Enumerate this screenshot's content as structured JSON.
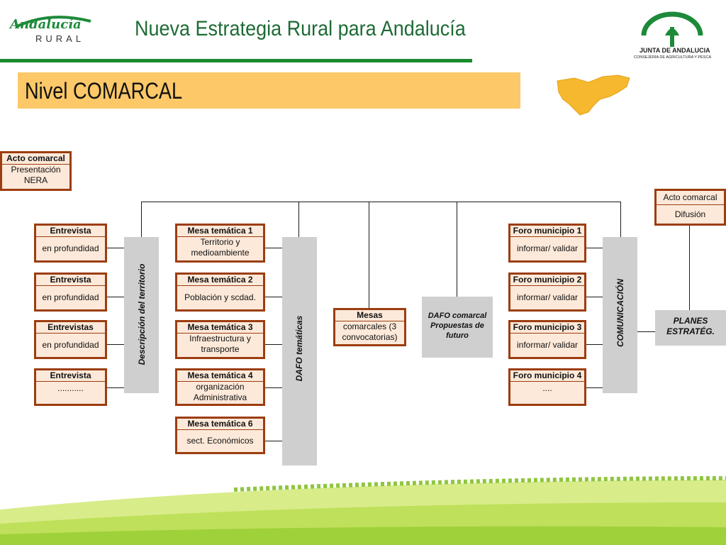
{
  "header": {
    "title": "Nueva Estrategia Rural para Andalucía",
    "logo_left_script": "Andalucía",
    "logo_left_sub": "RURAL",
    "logo_right_line1": "JUNTA DE ANDALUCIA",
    "logo_right_line2": "CONSEJERÍA DE AGRICULTURA Y PESCA"
  },
  "level_banner": "Nivel COMARCAL",
  "acto_inicial": {
    "header": "Acto comarcal",
    "lines": [
      "Presentación",
      "NERA"
    ]
  },
  "acto_final": {
    "header": "Acto comarcal",
    "body": "Difusión"
  },
  "entrevistas": [
    {
      "header": "Entrevista",
      "body": "en profundidad"
    },
    {
      "header": "Entrevista",
      "body": "en profundidad"
    },
    {
      "header": "Entrevistas",
      "body": "en profundidad"
    },
    {
      "header": "Entrevista",
      "body": "..........."
    }
  ],
  "descripcion": "Descripción del territorio",
  "mesas_tematicas": [
    {
      "header": "Mesa temática 1",
      "lines": [
        "Territorio y",
        "medioambiente"
      ]
    },
    {
      "header": "Mesa temática 2",
      "lines": [
        "Población y scdad."
      ]
    },
    {
      "header": "Mesa temática 3",
      "lines": [
        "Infraestructura y",
        "transporte"
      ]
    },
    {
      "header": "Mesa temática 4",
      "lines": [
        "organización",
        "Administrativa"
      ]
    },
    {
      "header": "Mesa temática 6",
      "lines": [
        "sect. Económicos"
      ]
    }
  ],
  "dafo_tematicas": "DAFO  temáticas",
  "mesas_comarcales": {
    "header": "Mesas",
    "lines": [
      "comarcales (3",
      "convocatorias)"
    ]
  },
  "dafo_comarcal": [
    "DAFO comarcal",
    "Propuestas de",
    "futuro"
  ],
  "foros": [
    {
      "header": "Foro municipio 1",
      "body": "informar/ validar"
    },
    {
      "header": "Foro municipio 2",
      "body": "informar/ validar"
    },
    {
      "header": "Foro municipio 3",
      "body": "informar/ validar"
    },
    {
      "header": "Foro municipio 4",
      "body": "...."
    }
  ],
  "comunicacion": "COMUNICACIÓN",
  "planes": [
    "PLANES",
    "ESTRATÉG."
  ],
  "colors": {
    "box_fill": "#fde9d9",
    "box_border": "#9c3d10",
    "banner": "#fcc868",
    "title_green": "#1d6b35",
    "gray": "#cfcfcf"
  }
}
